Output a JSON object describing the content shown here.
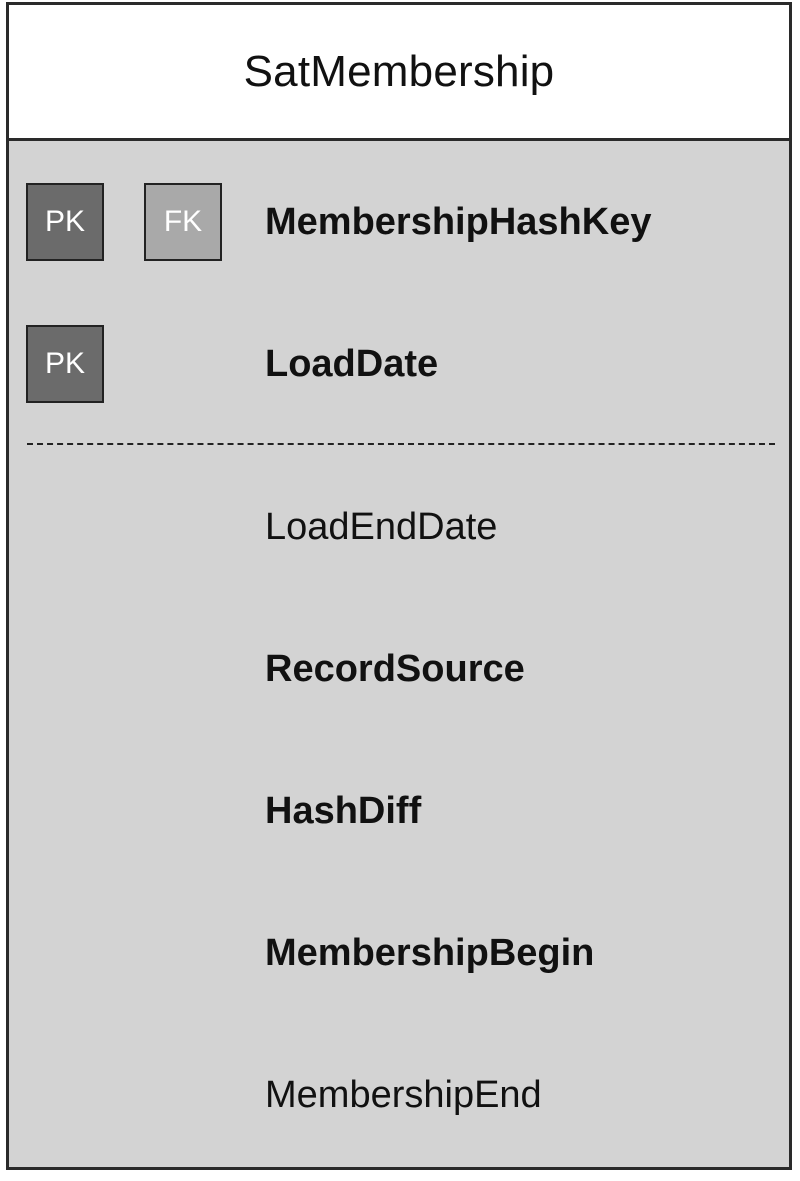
{
  "entity": {
    "title": "SatMembership",
    "key_fields": [
      {
        "name": "MembershipHashKey",
        "badges": [
          "PK",
          "FK"
        ],
        "bold": true
      },
      {
        "name": "LoadDate",
        "badges": [
          "PK"
        ],
        "bold": true
      }
    ],
    "attribute_fields": [
      {
        "name": "LoadEndDate",
        "bold": false
      },
      {
        "name": "RecordSource",
        "bold": true
      },
      {
        "name": "HashDiff",
        "bold": true
      },
      {
        "name": "MembershipBegin",
        "bold": true
      },
      {
        "name": "MembershipEnd",
        "bold": false
      }
    ]
  },
  "colors": {
    "pk_badge": "#6b6b6b",
    "fk_badge": "#a9a9a9",
    "body_background": "#d3d3d3",
    "header_background": "#ffffff"
  }
}
